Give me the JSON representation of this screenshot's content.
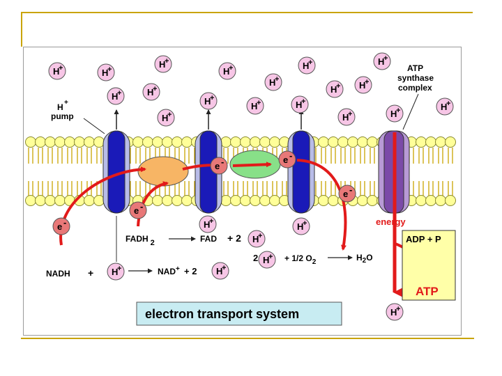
{
  "ion": {
    "h": "H",
    "plus": "+"
  },
  "electron": {
    "e": "e",
    "minus": "-"
  },
  "labels": {
    "h_pump_h": "H",
    "h_pump_plus": "+",
    "pump": "pump",
    "atp_synthase_line1": "ATP",
    "atp_synthase_line2": "synthase",
    "atp_synthase_line3": "complex",
    "energy": "energy",
    "adp_p": "ADP + P",
    "atp": "ATP",
    "title": "electron transport system"
  },
  "equations": {
    "fadh": "FADH",
    "fadh_sub": "2",
    "fad": "FAD",
    "plus_two": "+ 2",
    "two": "2",
    "plus_half_o2": "+ 1/2 O",
    "o2_sub": "2",
    "h2o_h": "H",
    "h2o_sub": "2",
    "h2o_o": "O",
    "nadh": "NADH",
    "plus": "+",
    "nad": "NAD",
    "nad_sup": "+",
    "plus_two_b": "+ 2"
  },
  "colors": {
    "accent_rule": "#c9a400",
    "lipid_head": "#ffff99",
    "complex_blue": "#1a1ab8",
    "complex_shell": "#b8bce8",
    "atp_synthase": "#7b4aa8",
    "arrow_red": "#e21a1a",
    "ion_fill": "#f7c6e6",
    "electron_fill": "#e87878",
    "ubiquinone": "#f7b565",
    "cytochrome_c": "#88e088",
    "atp_box": "#ffffa8",
    "title_box": "#c8ecf2"
  }
}
